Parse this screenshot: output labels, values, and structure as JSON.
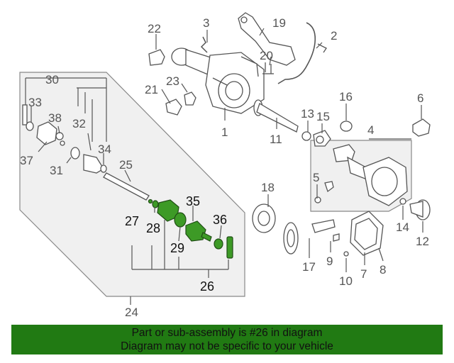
{
  "labels": {
    "n1": "1",
    "n2": "2",
    "n3": "3",
    "n4": "4",
    "n5": "5",
    "n6": "6",
    "n7": "7",
    "n8": "8",
    "n9": "9",
    "n10": "10",
    "n11": "11",
    "n12": "12",
    "n13": "13",
    "n14": "14",
    "n15": "15",
    "n16": "16",
    "n17": "17",
    "n18": "18",
    "n19": "19",
    "n20": "20",
    "n21": "21",
    "n22": "22",
    "n23": "23",
    "n24": "24",
    "n25": "25",
    "n26": "26",
    "n27": "27",
    "n28": "28",
    "n29": "29",
    "n30": "30",
    "n31": "31",
    "n32": "32",
    "n33": "33",
    "n34": "34",
    "n35": "35",
    "n36": "36",
    "n37": "37",
    "n38": "38"
  },
  "footer": {
    "line1": "Part or sub-assembly is #26 in diagram",
    "line2": "Diagram may not be specific to your vehicle"
  },
  "colors": {
    "highlight_part": "#3d9a26",
    "banner": "#217a13",
    "panel_fill": "#f0f0f0",
    "line": "#555555"
  }
}
